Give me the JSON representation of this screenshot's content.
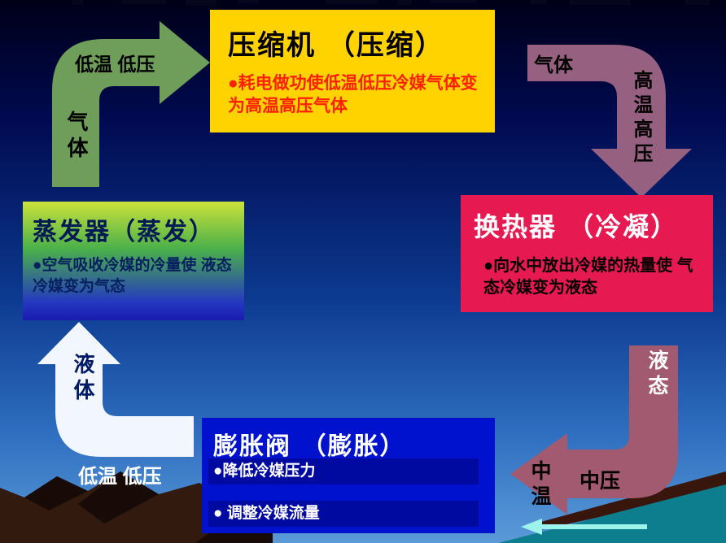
{
  "slide": {
    "boxes": {
      "compressor": {
        "title": "压缩机 （压缩）",
        "bullet": "●耗电做功使低温低压冷媒气体变为高温高压气体",
        "bg": "#ffd300",
        "title_color": "#000000",
        "bullet_color": "#ff2000"
      },
      "condenser": {
        "title": "换热器 （冷凝）",
        "bullet": "●向水中放出冷媒的热量使 气态冷媒变为液态",
        "bg": "#e61950",
        "title_color": "#ffffff",
        "bullet_color": "#000000"
      },
      "evaporator": {
        "title": "蒸发器（蒸发）",
        "bullet": "●空气吸收冷媒的冷量使 液态冷媒变为气态",
        "bg_top": "#cbe23a",
        "bg_bottom": "#1b1bb0",
        "title_color": "#001a55",
        "bullet_color": "#062060"
      },
      "expansion_valve": {
        "title": "膨胀阀 （膨胀）",
        "bullets": [
          "●降低冷媒压力",
          "● 调整冷媒流量"
        ],
        "bg": "#0012cd",
        "title_color": "#ffffff",
        "bullet_color": "#ffffff"
      }
    },
    "arrows": {
      "evaporator_to_compressor": {
        "state": "气体",
        "condition": "低温 低压",
        "color": "#6e9e59"
      },
      "compressor_to_condenser": {
        "state": "气体",
        "condition": "高温高压",
        "color": "#966180"
      },
      "condenser_to_expansion": {
        "state": "液态",
        "temp": "中温",
        "pressure": "中压",
        "color": "#a25a70"
      },
      "expansion_to_evaporator": {
        "state": "液体",
        "condition": "低温 低压",
        "color": "#f2f6ff"
      }
    },
    "scene": {
      "mountain_color": "#331a0e",
      "mountain_shadow": "#180a06",
      "right_ridge_color": "#38160c",
      "water_color": "#0c7e8e",
      "water_arrow_color": "#9cf4ec",
      "fragment_color": "#06061c"
    }
  }
}
